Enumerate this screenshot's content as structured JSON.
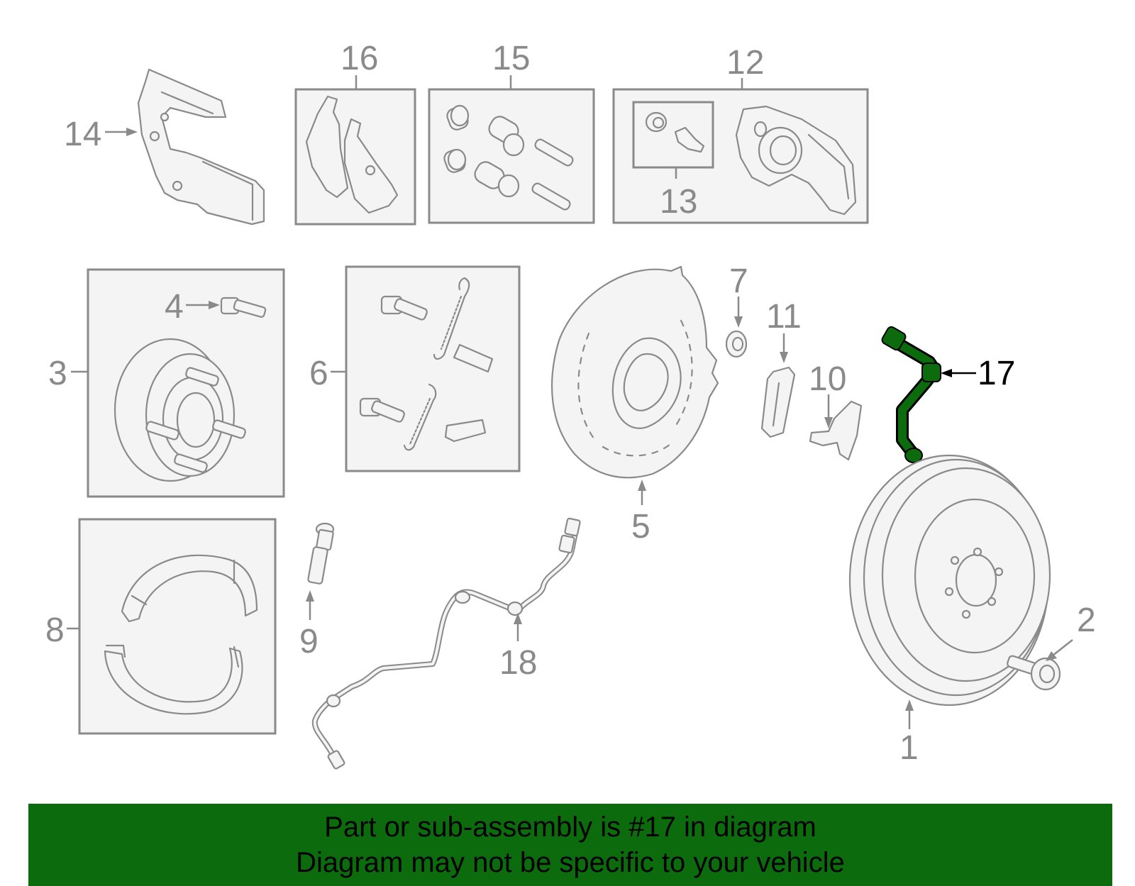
{
  "callouts": {
    "c1": "1",
    "c2": "2",
    "c3": "3",
    "c4": "4",
    "c5": "5",
    "c6": "6",
    "c7": "7",
    "c8": "8",
    "c9": "9",
    "c10": "10",
    "c11": "11",
    "c12": "12",
    "c13": "13",
    "c14": "14",
    "c15": "15",
    "c16": "16",
    "c17": "17",
    "c18": "18"
  },
  "highlight": {
    "part_number": "17",
    "color": "#0c6b0c"
  },
  "banner": {
    "line1": "Part or sub-assembly is #17 in diagram",
    "line2": "Diagram may not be specific to your vehicle"
  }
}
